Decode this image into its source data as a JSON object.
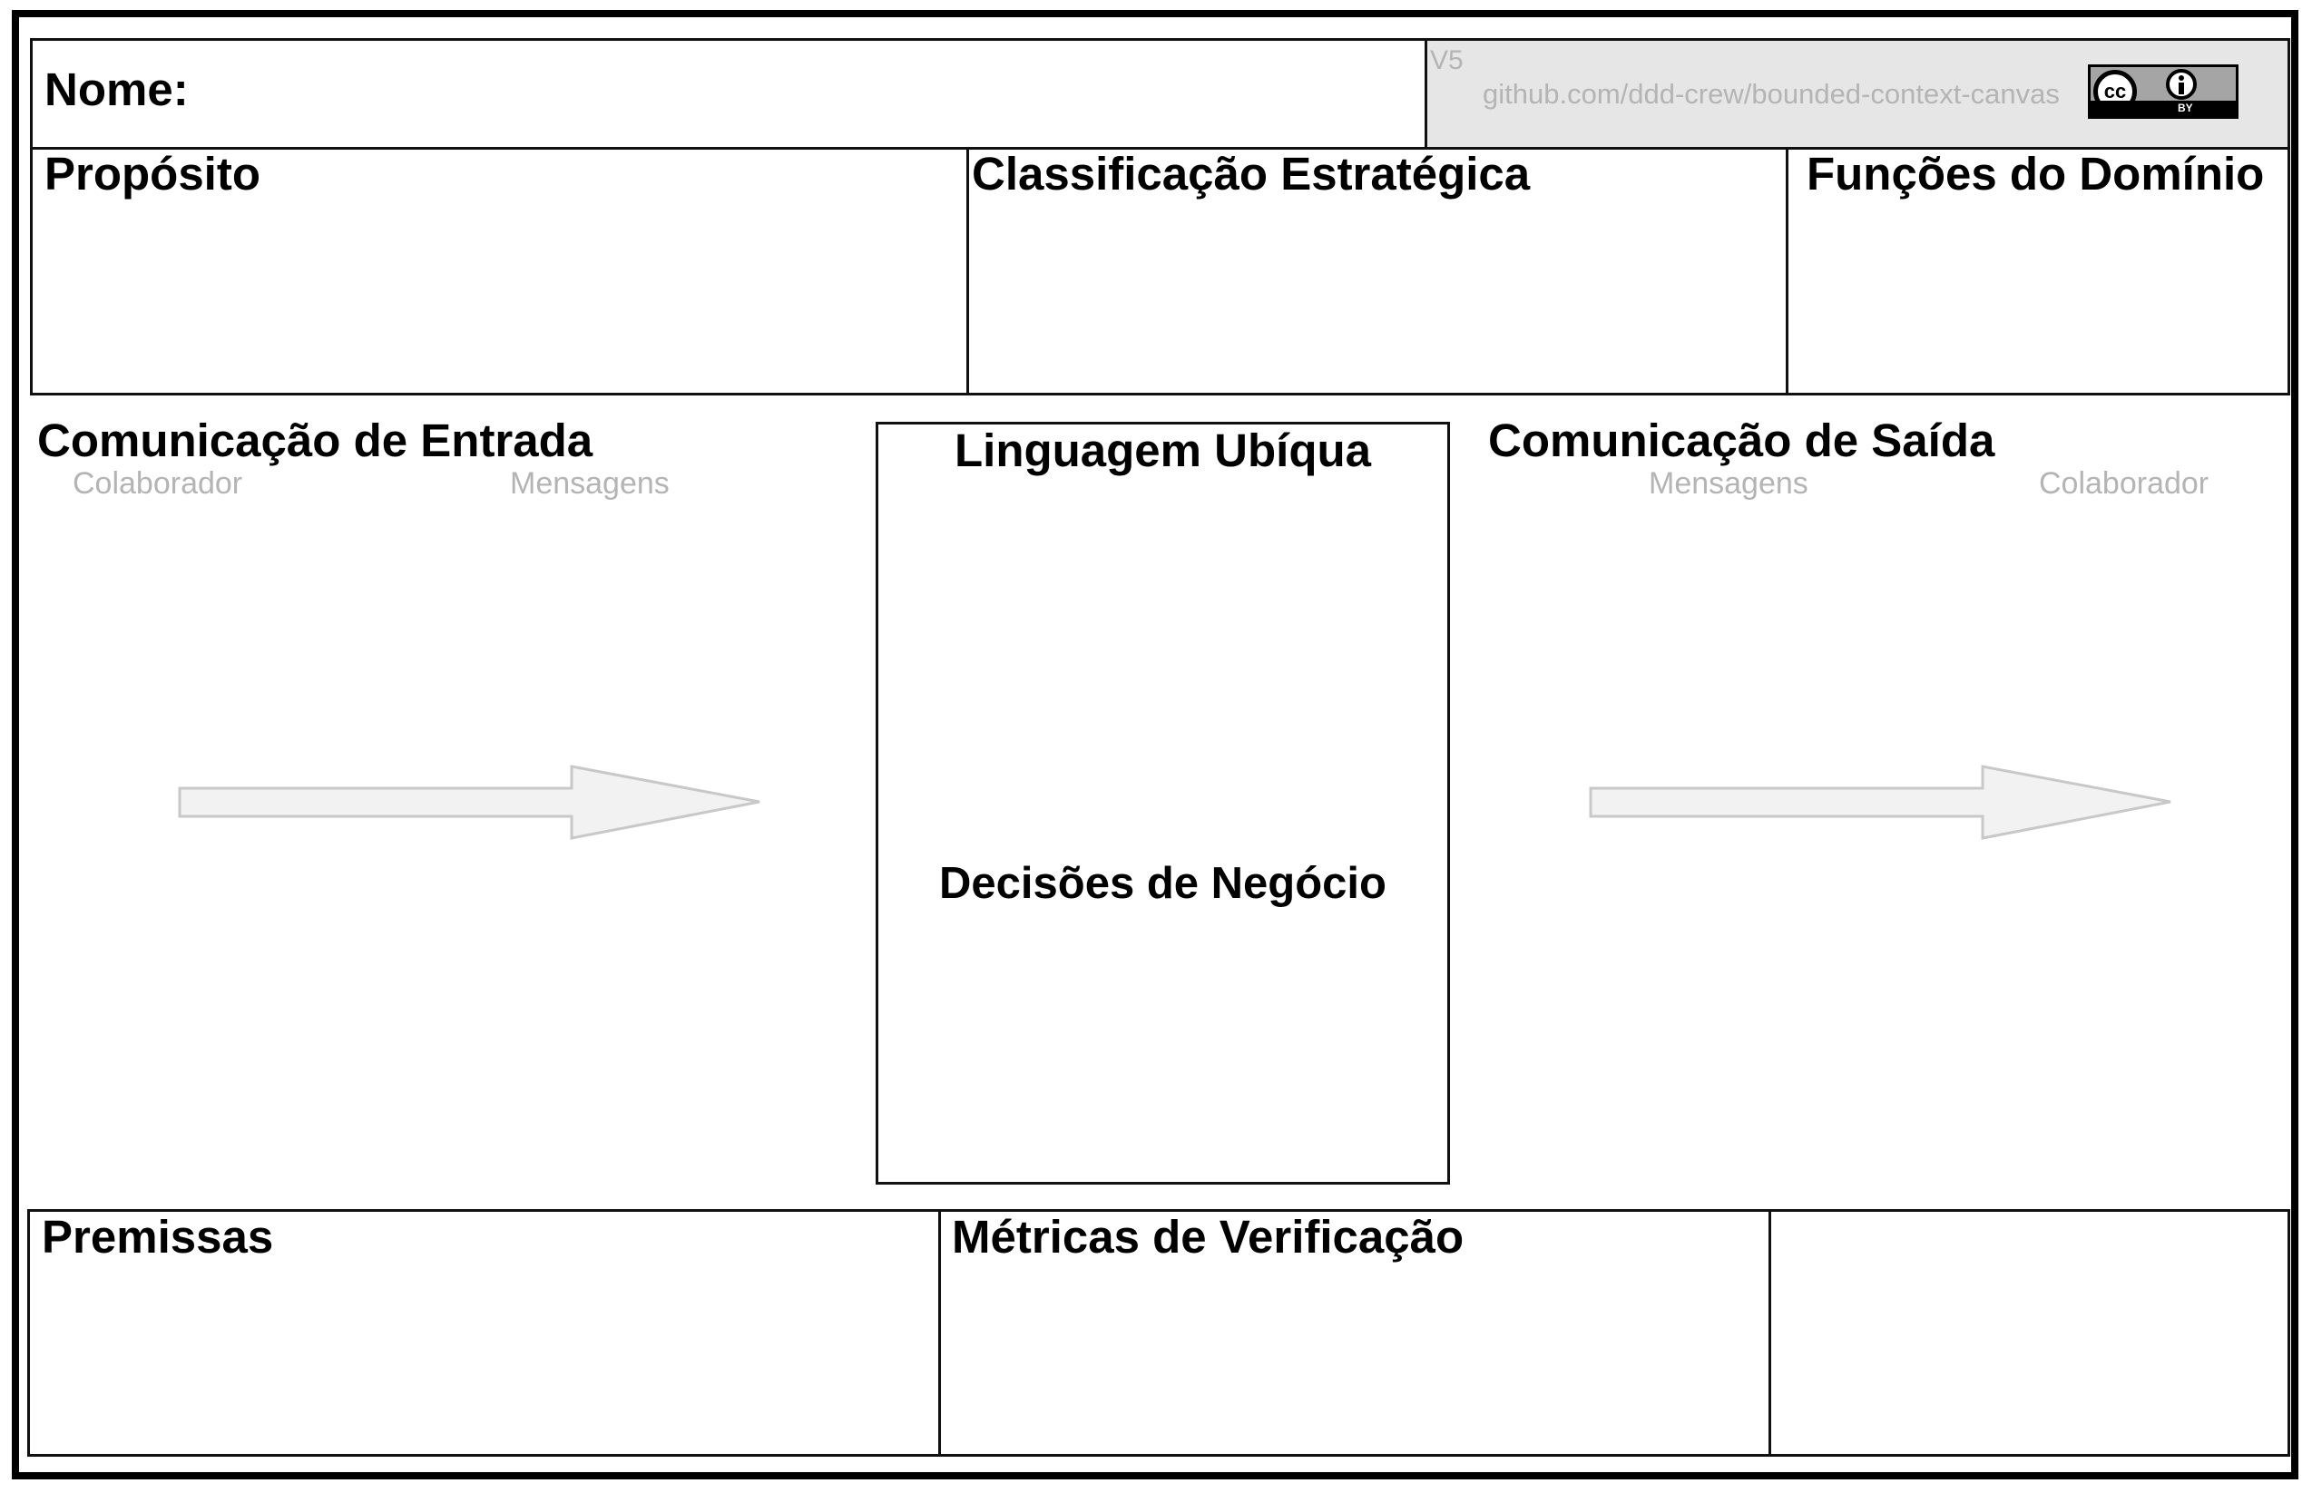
{
  "header": {
    "name_label": "Nome:",
    "version": "V5",
    "url": "github.com/ddd-crew/bounded-context-canvas",
    "license": {
      "cc": "cc",
      "by": "BY"
    }
  },
  "sections": {
    "purpose": "Propósito",
    "strategic_classification": "Classificação Estratégica",
    "domain_roles": "Funções do Domínio",
    "inbound": {
      "title": "Comunicação de Entrada",
      "collaborator": "Colaborador",
      "messages": "Mensagens"
    },
    "ubiquitous_language": "Linguagem Ubíqua",
    "business_decisions": "Decisões de Negócio",
    "outbound": {
      "title": "Comunicação de Saída",
      "messages": "Mensagens",
      "collaborator": "Colaborador"
    },
    "assumptions": "Premissas",
    "verification_metrics": "Métricas de Verificação",
    "open_questions": ""
  },
  "colors": {
    "border": "#111111",
    "header_bg": "#e6e6e6",
    "hint_text": "#b4b4b4",
    "arrow_fill": "#f2f2f2",
    "arrow_stroke": "#c8c8c8"
  },
  "icons": [
    "creative-commons-icon",
    "attribution-icon",
    "arrow-right-icon"
  ]
}
